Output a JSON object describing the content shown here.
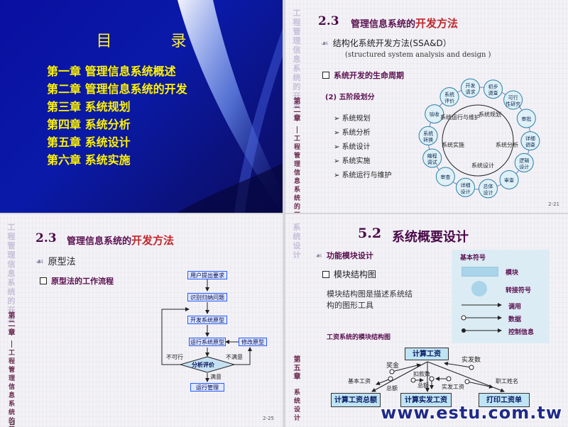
{
  "slide1": {
    "title": "目 录",
    "chapters": [
      "第一章  管理信息系统概述",
      "第二章  管理信息系统的开发",
      "第三章  系统规划",
      "第四章  系统分析",
      "第五章  系统设计",
      "第六章  系统实施"
    ]
  },
  "slide2": {
    "num": "2.3",
    "heading_a": "管理信息系统的",
    "heading_b": "开发方法",
    "bullet": "结构化系统开发方法(SSA&D）",
    "english": "(structured system analysis and design )",
    "section": "系统开发的生命周期",
    "sub": "(2) 五阶段划分",
    "stages": [
      "系统规划",
      "系统分析",
      "系统设计",
      "系统实施",
      "系统运行与维护"
    ],
    "cycle_nodes": [
      "开发请求",
      "初步调查",
      "可行性研究",
      "审批",
      "详细调查",
      "逻辑设计",
      "审查",
      "总体设计",
      "详细设计",
      "审查",
      "编程调试",
      "系统转换",
      "验收",
      "系统评价"
    ],
    "inner_labels": [
      "系统运行与维护",
      "系统规划",
      "系统实施",
      "系统分析",
      "系统设计"
    ],
    "page": "2-21",
    "side_chap": "第二章",
    "side_sub": "工程管理信息系统的开发"
  },
  "slide3": {
    "num": "2.3",
    "heading_a": "管理信息系统的",
    "heading_b": "开发方法",
    "bullet": "原型法",
    "section": "原型法的工作流程",
    "flow": [
      "用户提出要求",
      "识别归纳问题",
      "开发系统原型",
      "运行系统原型",
      "修改原型",
      "分析评价",
      "运行管理"
    ],
    "labels": {
      "no1": "不可行",
      "no2": "不满意",
      "ok": "满意"
    },
    "page": "2-25",
    "side_chap": "第二章",
    "side_sub": "工程管理信息系统的开发"
  },
  "slide4": {
    "num": "5.2",
    "heading": "系统概要设计",
    "bullet": "功能模块设计",
    "section": "模块结构图",
    "desc1": "模块结构图是描述系统结",
    "desc2": "构的图形工具",
    "legend_title": "基本符号",
    "legend": [
      "模块",
      "转接符号",
      "调用",
      "数据",
      "控制信息"
    ],
    "chart_title": "工资系统的模块结构图",
    "modules": {
      "top": "计算工资",
      "left": "计算工资总额",
      "mid": "计算实发工资",
      "right": "打印工资单"
    },
    "flows": [
      "奖金",
      "实发数",
      "基本工资",
      "扣款数",
      "总额",
      "实发工资",
      "职工姓名",
      "总额"
    ],
    "side_chap": "第五章",
    "side_sub": "系统设计",
    "watermark": "www.estu.com.tw"
  }
}
